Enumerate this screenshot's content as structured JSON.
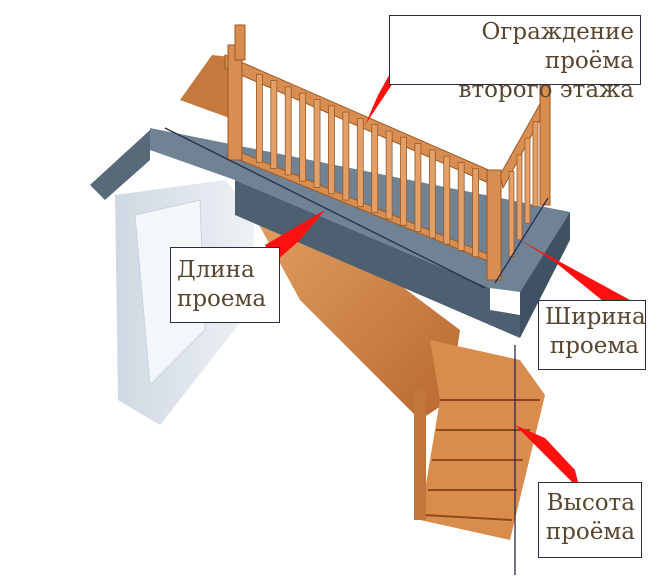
{
  "labels": {
    "railing": {
      "line1": "Ограждение проёма",
      "line2": "второго этажа"
    },
    "length": {
      "line1": "Длина",
      "line2": "проема"
    },
    "width": {
      "line1": "Ширина",
      "line2": "проема"
    },
    "height": {
      "line1": "Высота",
      "line2": "проёма"
    }
  },
  "colors": {
    "arrow": "#ff1010",
    "wood": "#d98a4a",
    "slab": "#5f7384",
    "text": "#5a4630"
  }
}
